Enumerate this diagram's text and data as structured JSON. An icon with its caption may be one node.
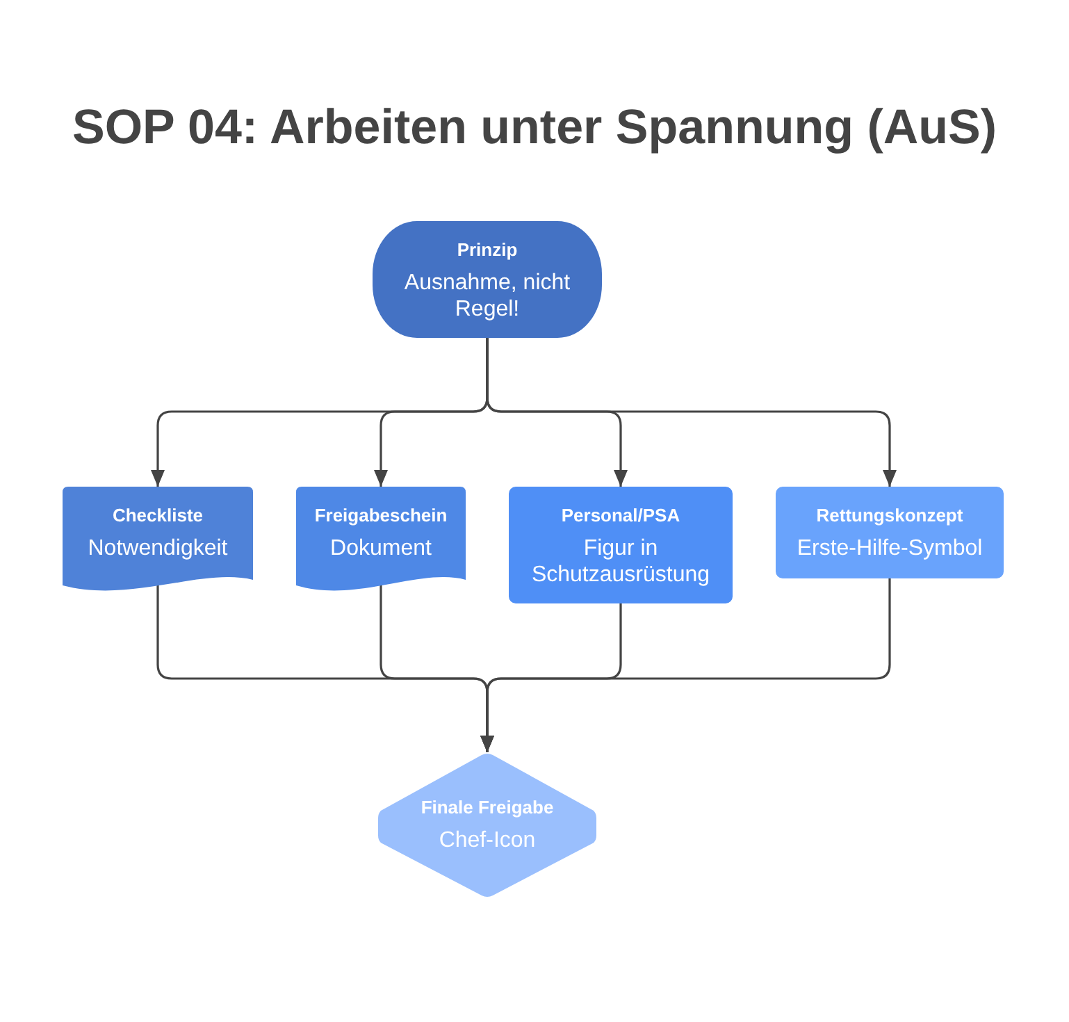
{
  "diagram": {
    "title": "SOP 04: Arbeiten unter Spannung (AuS)",
    "nodes": [
      {
        "text": [
          "Prinzip",
          "Ausnahme, nicht Regel!"
        ]
      },
      {
        "text": [
          "Checkliste",
          "Notwendigkeit"
        ]
      },
      {
        "text": [
          "Freigabeschein",
          "Dokument"
        ]
      },
      {
        "text": [
          "Personal/PSA",
          "Figur in Schutzausrüstung"
        ]
      },
      {
        "text": [
          "Rettungskonzept",
          "Erste-Hilfe-Symbol"
        ]
      },
      {
        "text": [
          "Finale Freigabe",
          "Chef-Icon"
        ]
      }
    ],
    "edges": [
      {
        "from": 0,
        "to": 1,
        "arrow": "to"
      },
      {
        "from": 0,
        "to": 2,
        "arrow": "to"
      },
      {
        "from": 0,
        "to": 3,
        "arrow": "to"
      },
      {
        "from": 0,
        "to": 4,
        "arrow": "to"
      },
      {
        "from": 1,
        "to": 5,
        "arrow": "to"
      },
      {
        "from": 2,
        "to": 5,
        "arrow": "to"
      },
      {
        "from": 3,
        "to": 5,
        "arrow": "to"
      },
      {
        "from": 4,
        "to": 5,
        "arrow": "to"
      }
    ]
  }
}
